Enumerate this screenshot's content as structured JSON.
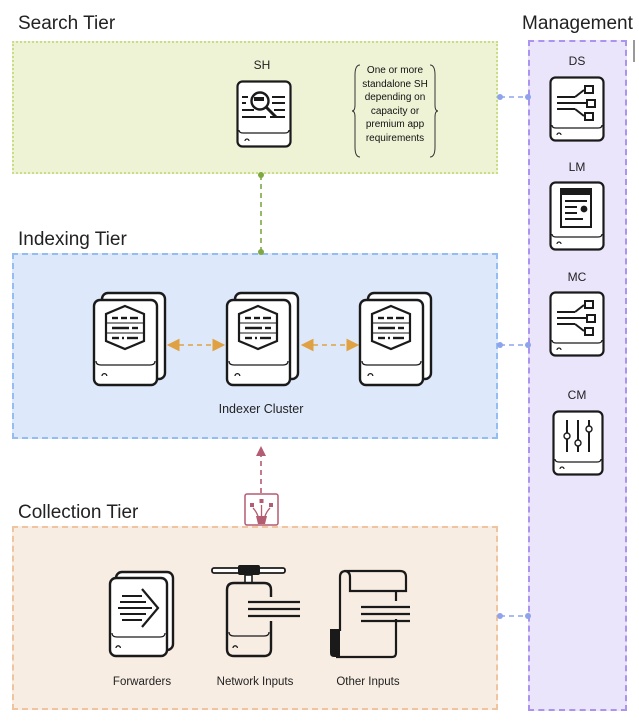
{
  "tiers": {
    "search": {
      "title": "Search Tier",
      "node_label": "SH",
      "note": "One or more standalone SH depending on capacity or premium app requirements",
      "icon": "search-head-icon"
    },
    "indexing": {
      "title": "Indexing Tier",
      "cluster_label": "Indexer Cluster",
      "nodes": [
        {
          "icon": "indexer-icon"
        },
        {
          "icon": "indexer-icon"
        },
        {
          "icon": "indexer-icon"
        }
      ]
    },
    "collection": {
      "title": "Collection Tier",
      "items": [
        {
          "label": "Forwarders",
          "icon": "forwarders-icon"
        },
        {
          "label": "Network Inputs",
          "icon": "network-inputs-icon"
        },
        {
          "label": "Other Inputs",
          "icon": "other-inputs-icon"
        }
      ],
      "ingest_icon": "ingest-fountain-icon"
    },
    "management": {
      "title": "Management",
      "items": [
        {
          "label": "DS",
          "icon": "deployment-server-icon"
        },
        {
          "label": "LM",
          "icon": "license-master-icon"
        },
        {
          "label": "MC",
          "icon": "monitoring-console-icon"
        },
        {
          "label": "CM",
          "icon": "cluster-master-icon"
        }
      ]
    }
  },
  "colors": {
    "search_fill": "#eff3d6",
    "search_border": "#c9dc86",
    "index_fill": "#dde9fa",
    "index_border": "#94bdf2",
    "collect_fill": "#f7ede3",
    "collect_border": "#eec5a0",
    "mgmt_fill": "#ebe5fb",
    "mgmt_border": "#aa94ef",
    "search_index_link": "#7fa843",
    "replication_link": "#e0a143",
    "mgmt_link": "#8ea3ee",
    "ingest_link": "#b35c72"
  }
}
